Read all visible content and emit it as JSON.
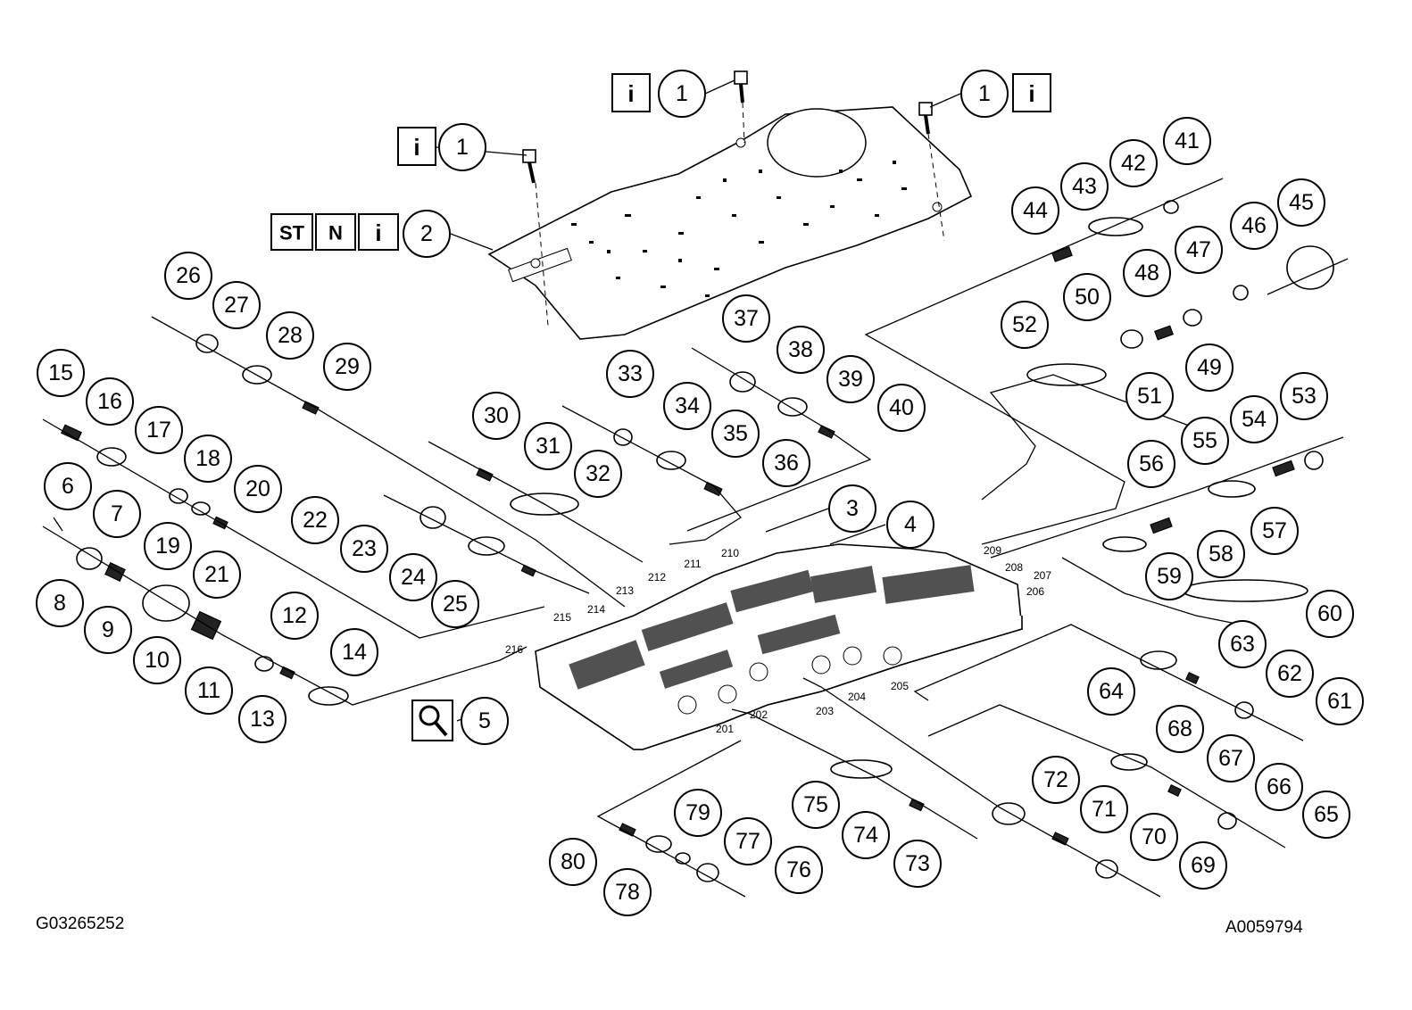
{
  "figure_codes": {
    "left": "G03265252",
    "right": "A0059794"
  },
  "icons": {
    "info": "i",
    "special_tool": "ST",
    "new_part": "N"
  },
  "callouts": [
    "1",
    "1",
    "1",
    "2",
    "3",
    "4",
    "5",
    "6",
    "7",
    "8",
    "9",
    "10",
    "11",
    "12",
    "13",
    "14",
    "15",
    "16",
    "17",
    "18",
    "19",
    "20",
    "21",
    "22",
    "23",
    "24",
    "25",
    "26",
    "27",
    "28",
    "29",
    "30",
    "31",
    "32",
    "33",
    "34",
    "35",
    "36",
    "37",
    "38",
    "39",
    "40",
    "41",
    "42",
    "43",
    "44",
    "45",
    "46",
    "47",
    "48",
    "49",
    "50",
    "51",
    "52",
    "53",
    "54",
    "55",
    "56",
    "57",
    "58",
    "59",
    "60",
    "61",
    "62",
    "63",
    "64",
    "65",
    "66",
    "67",
    "68",
    "69",
    "70",
    "71",
    "72",
    "73",
    "74",
    "75",
    "76",
    "77",
    "78",
    "79",
    "80"
  ],
  "ports": [
    "201",
    "202",
    "203",
    "204",
    "205",
    "206",
    "207",
    "208",
    "209",
    "210",
    "211",
    "212",
    "213",
    "214",
    "215",
    "216"
  ]
}
